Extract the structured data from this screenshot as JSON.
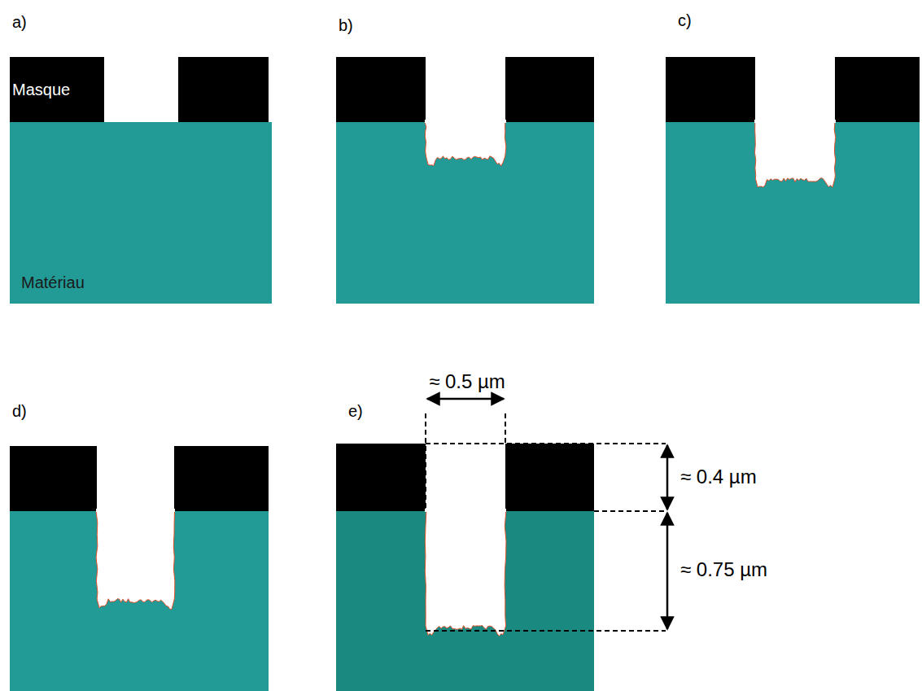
{
  "diagram": {
    "nodes": [
      {
        "text": [
          "Masque"
        ]
      },
      {
        "text": [
          "Matériau"
        ]
      }
    ],
    "labels": [
      "a)",
      "b)",
      "c)",
      "d)",
      "e)",
      "≈ 0.5 µm",
      "≈ 0.4 µm",
      "≈ 0.75 µm"
    ]
  }
}
